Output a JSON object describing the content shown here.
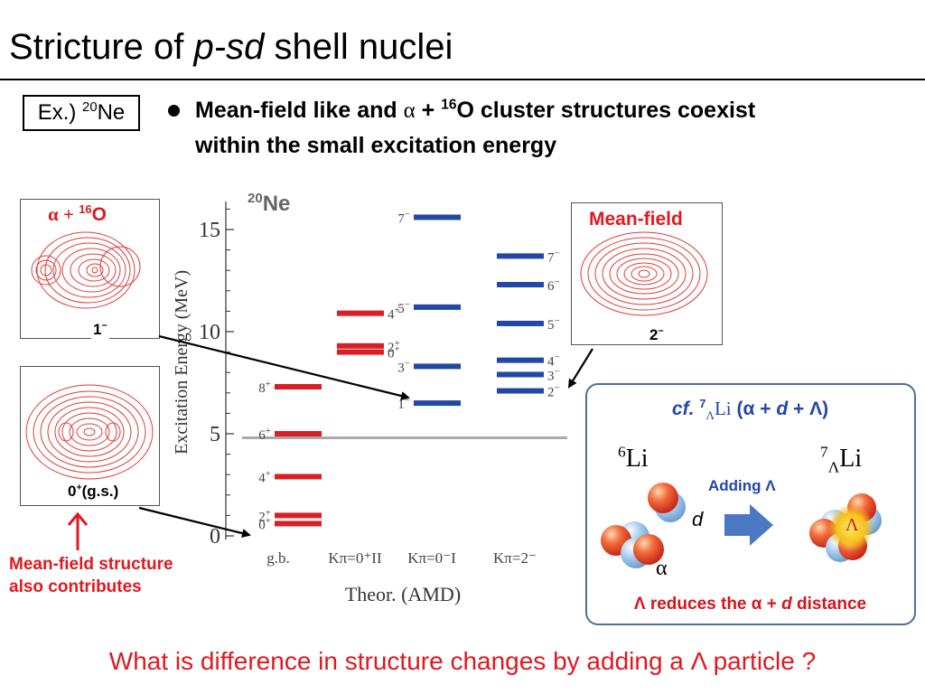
{
  "title": {
    "prefix": "Stricture of ",
    "italic": "p-sd",
    "suffix": " shell nuclei"
  },
  "example": {
    "prefix": "Ex.) ",
    "mass": "20",
    "element": "Ne"
  },
  "bullet": {
    "line1_a": "Mean-field like and ",
    "alpha": "α",
    "line1_b": " + ",
    "o_mass": "16",
    "line1_c": "O cluster structures coexist",
    "line2": "within the small excitation energy"
  },
  "left_panels": [
    {
      "label_a": "α + ",
      "label_mass": "16",
      "label_el": "O",
      "state": "1",
      "state_sup": "−"
    },
    {
      "state": "0",
      "state_sup": "+",
      "state_suffix": "(g.s.)"
    }
  ],
  "right_panel": {
    "label": "Mean-field",
    "state": "2",
    "state_sup": "−"
  },
  "left_note": {
    "line1": "Mean-field structure",
    "line2": "also contributes"
  },
  "chart_data": {
    "type": "level_scheme",
    "nucleus": {
      "mass": "20",
      "element": "Ne"
    },
    "ylabel": "Excitation Energy (MeV)",
    "ylim": [
      0,
      16.2
    ],
    "yticks": [
      0,
      5,
      10,
      15
    ],
    "xlabel": "Theor. (AMD)",
    "separator_energy": 4.8,
    "bands": [
      {
        "label": "g.b.",
        "color": "#d91e26",
        "levels": [
          {
            "spin": "0",
            "parity": "+",
            "energy": 0.6
          },
          {
            "spin": "2",
            "parity": "+",
            "energy": 1.0
          },
          {
            "spin": "4",
            "parity": "+",
            "energy": 2.9
          },
          {
            "spin": "6",
            "parity": "+",
            "energy": 5.0
          },
          {
            "spin": "8",
            "parity": "+",
            "energy": 7.3
          }
        ]
      },
      {
        "label": "Kπ=0⁺II",
        "color": "#d91e26",
        "levels": [
          {
            "spin": "0",
            "parity": "+",
            "energy": 9.0
          },
          {
            "spin": "2",
            "parity": "+",
            "energy": 9.3
          },
          {
            "spin": "4",
            "parity": "+",
            "energy": 10.9
          }
        ]
      },
      {
        "label": "Kπ=0⁻I",
        "color": "#2347a6",
        "levels": [
          {
            "spin": "1",
            "parity": "−",
            "energy": 6.5
          },
          {
            "spin": "3",
            "parity": "−",
            "energy": 8.3
          },
          {
            "spin": "5",
            "parity": "−",
            "energy": 11.2
          },
          {
            "spin": "7",
            "parity": "−",
            "energy": 15.6
          }
        ]
      },
      {
        "label": "Kπ=2⁻",
        "color": "#2347a6",
        "levels": [
          {
            "spin": "2",
            "parity": "−",
            "energy": 7.1
          },
          {
            "spin": "3",
            "parity": "−",
            "energy": 7.9
          },
          {
            "spin": "4",
            "parity": "−",
            "energy": 8.6
          },
          {
            "spin": "5",
            "parity": "−",
            "energy": 10.4
          },
          {
            "spin": "6",
            "parity": "−",
            "energy": 12.3
          },
          {
            "spin": "7",
            "parity": "−",
            "energy": 13.7
          }
        ]
      }
    ]
  },
  "cf_box": {
    "cf": "cf.",
    "hyper_mass": "7",
    "hyper_lambda": "Λ",
    "hyper_el": "Li",
    "components": " (α + ",
    "d": "d",
    "components_end": " + Λ)",
    "left_mass": "6",
    "left_el": "Li",
    "right_mass": "7",
    "right_lambda": "Λ",
    "right_el": "Li",
    "adding": "Adding Λ",
    "d_label": "d",
    "alpha_label": "α",
    "lambda_label": "Λ",
    "footer_a": "Λ reduces the α + ",
    "footer_d": "d",
    "footer_b": " distance"
  },
  "question": "What is difference in structure changes by adding a Λ particle ?",
  "colors": {
    "red": "#e0191f",
    "blue": "#2347a6",
    "box_border": "#4f6f97",
    "arrow": "#4a78c2"
  }
}
